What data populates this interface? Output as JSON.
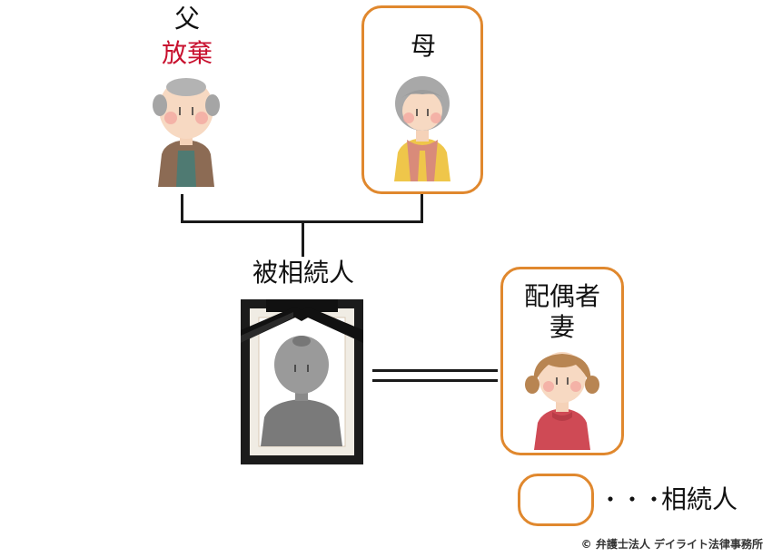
{
  "father": {
    "title": "父",
    "status": "放棄"
  },
  "mother": {
    "title": "母"
  },
  "deceased": {
    "title": "被相続人"
  },
  "spouse": {
    "title_line1": "配偶者",
    "title_line2": "妻"
  },
  "legend": {
    "dots": "・・・",
    "label": "相続人"
  },
  "credit": "© 弁護士法人 デイライト法律事務所",
  "colors": {
    "heir_border": "#e0882e",
    "renounced_text": "#c8102e"
  }
}
